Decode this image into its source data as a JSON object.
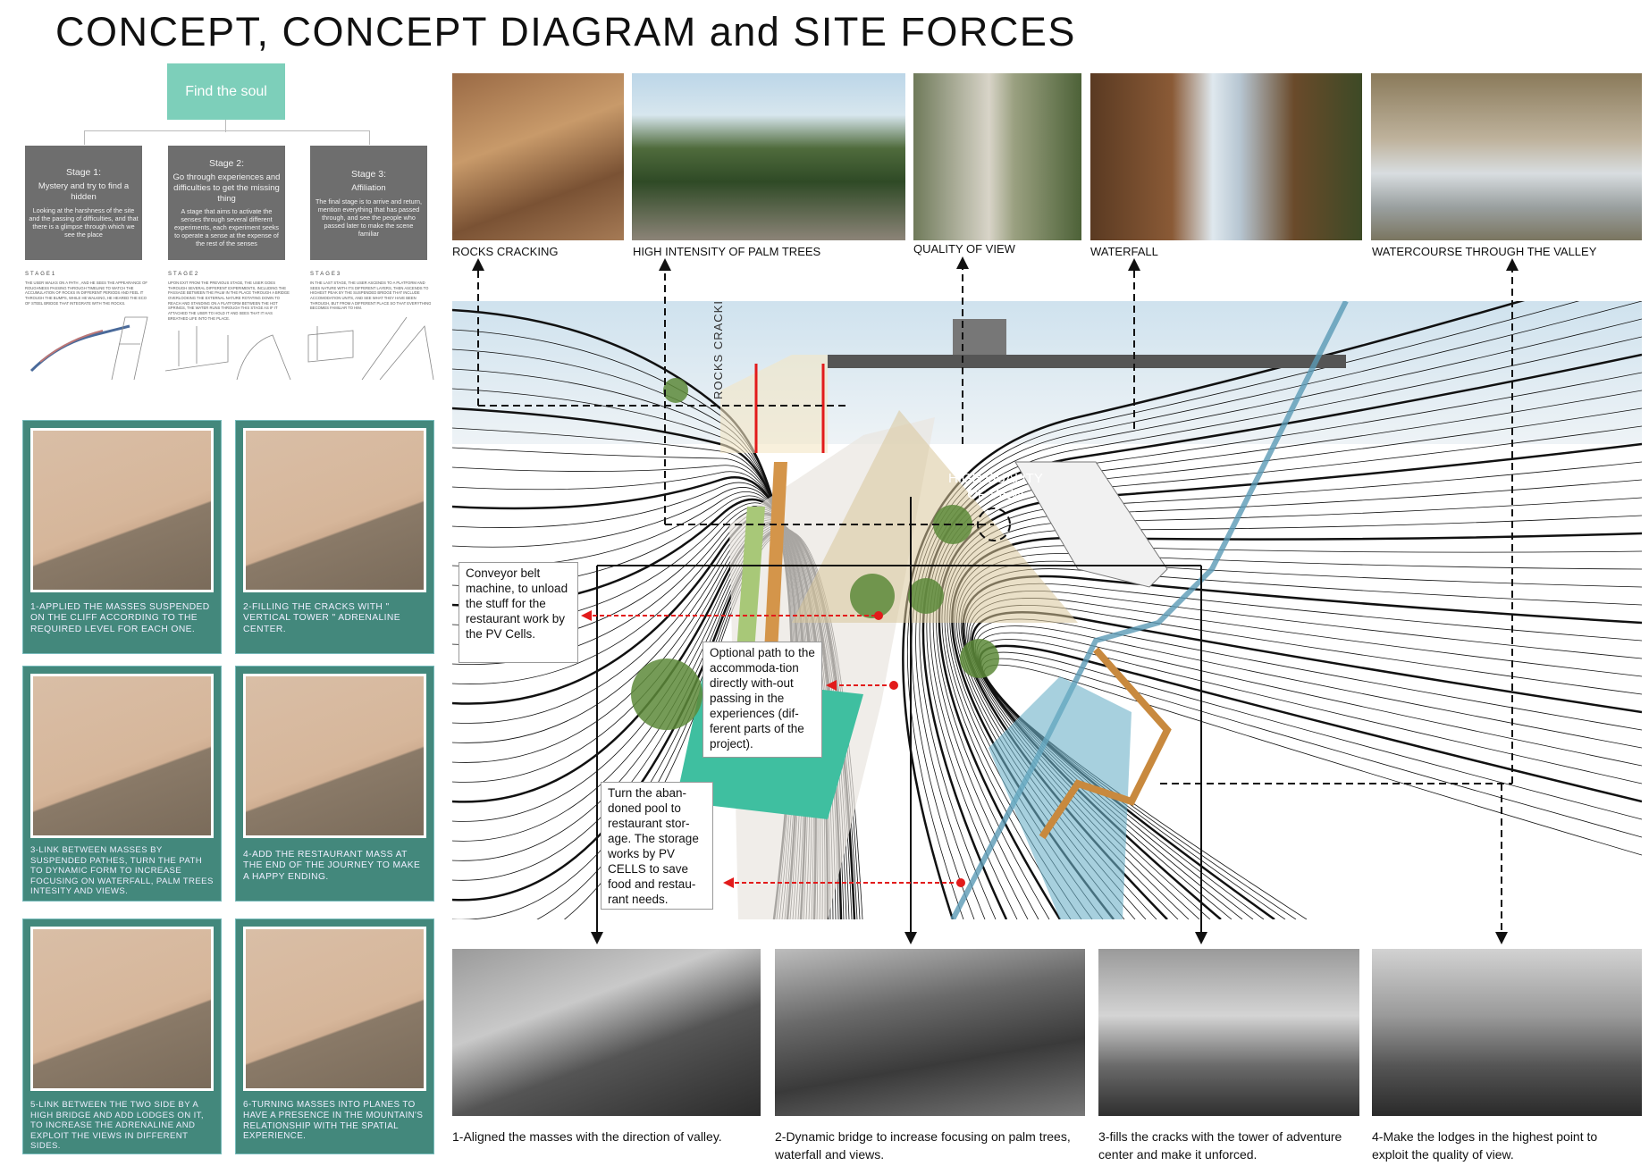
{
  "title": "CONCEPT, CONCEPT DIAGRAM and SITE FORCES",
  "concept": {
    "root": "Find the soul",
    "stages": [
      {
        "title": "Stage 1:",
        "subtitle": "Mystery and try to find a hidden",
        "desc": "Looking at the harshness of the site and the passing of difficulties, and that there is a glimpse through which we see the place",
        "note_head": "STAGE1",
        "note": "THE USER WALKS ON A PATH , AND HE SEES THE APPEARANCE OF ROUGHNESS PASSING THROUGH TIMELINE TO WATCH THE ACCUMULATION OF ROCKS IN DIFFERENT PERIODS AND FEEL IT THROUGH THE BUMPS, WHILE HE WALKING, HE HEARED THE ECO OF STEEL BRIDGE THAT INTEGRATE WITH THE ROCKS."
      },
      {
        "title": "Stage 2:",
        "subtitle": "Go through experiences and difficulties to get the missing thing",
        "desc": "A stage that aims to activate the senses through several different experiments, each experiment seeks to operate a sense at the expense of the rest of the senses",
        "note_head": "STAGE2",
        "note": "UPON EXIT FROM THE PREVIOUS STAGE, THE USER GOES THROUGH SEVERAL DIFFERENT EXPERIMENTS, INCLUDING THE PASSAGE BETWEEN THE PALM IN THE PLACE THROUGH A BRIDGE OVERLOOKING THE EXTERNAL NATURE ROTATING DOWN TO REACH AND STANDING ON A PLATFORM BETWEEN THE HOT SPRINGS, THE WATER RUNS THROUGH THIS STAGE AS IF IT ATTACHED THE USER TO HOLD IT AND SEES THAT IT HAS BREATHED LIFE INTO THE PLACE."
      },
      {
        "title": "Stage 3:",
        "subtitle": "Affiliation",
        "desc": "The final stage is to arrive and return, mention everything that has passed through, and see the people who passed later to make the scene familiar",
        "note_head": "STAGE3",
        "note": "IN THE LAST STAGE, THE USER ASCENDS TO A PLATFORM AND SEES NATURE WITH ITS DIFFERENT LAYERS, THEN ASCENDS TO HIGHEST PEAK BY THE SUSPENDED BRIDGE THAT INCLUDE ACCOMODATION UNITS, AND SEE WHAT THEY HAVE BEEN THROUGH, BUT FROM A DIFFERENT PLACE SO THAT EVERYTHING BECOMES FAMILIAR TO HIM."
      }
    ]
  },
  "steps": [
    "1-APPLIED THE MASSES SUSPENDED ON THE CLIFF ACCORDING TO THE REQUIRED LEVEL FOR EACH ONE.",
    "2-FILLING THE CRACKS WITH \" VERTICAL TOWER \" ADRENALINE CENTER.",
    "3-LINK BETWEEN MASSES BY SUSPENDED PATHES, TURN THE PATH TO DYNAMIC FORM TO INCREASE FOCUSING ON WATERFALL, PALM TREES INTESITY AND VIEWS.",
    "4-ADD THE RESTAURANT MASS AT THE END OF THE JOURNEY TO MAKE A HAPPY ENDING.",
    "5-LINK BETWEEN THE TWO SIDE BY A HIGH BRIDGE AND ADD LODGES ON IT, TO INCREASE THE ADRENALINE AND EXPLOIT THE VIEWS IN DIFFERENT SIDES.",
    "6-TURNING MASSES INTO PLANES TO HAVE A PRESENCE IN THE MOUNTAIN'S RELATIONSHIP WITH THE SPATIAL EXPERIENCE."
  ],
  "site_forces": [
    "ROCKS CRACKING",
    "HIGH INTENSITY OF PALM TREES",
    "QUALITY OF VIEW",
    "WATERFALL",
    "WATERCOURSE THROUGH THE VALLEY"
  ],
  "render": {
    "rocks_label": "ROCKS CRACKING",
    "view_label_1": "HIGH QUALITY",
    "view_label_2": "OF VIEW",
    "notes": [
      "Conveyor belt machine, to unload the stuff for the restaurant work by the PV Cells.",
      "Optional path to the accommoda-tion directly with-out passing in the experiences (dif-ferent parts of the project).",
      "Turn the aban-doned pool to restaurant stor-age. The storage works by PV CELLS to save food and restau-rant needs."
    ]
  },
  "results": [
    "1-Aligned the masses with the direction of valley.",
    "2-Dynamic bridge to increase focusing on palm trees, waterfall and views.",
    "3-fills the cracks with the tower of adventure center and make it unforced.",
    "4-Make the lodges in the highest point to exploit the quality of view."
  ],
  "colors": {
    "teal_panel": "#43887c",
    "root_box": "#7dcfba",
    "stage_box": "#6e6e6e",
    "arrow_red": "#e21b1b"
  }
}
